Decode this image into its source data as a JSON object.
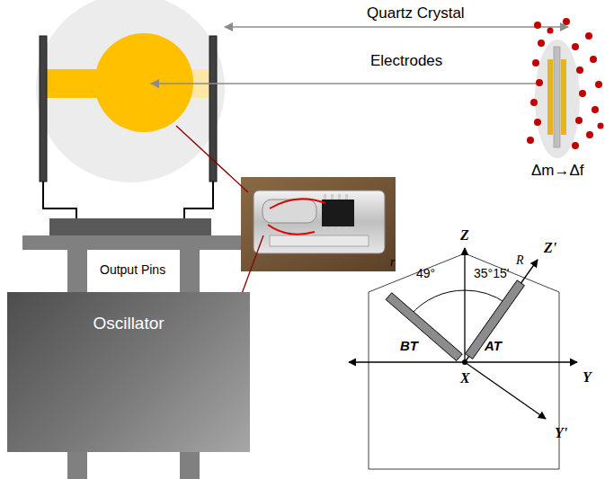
{
  "diagram": {
    "nodes": [
      {
        "text": [
          "Oscillator"
        ]
      }
    ],
    "labels": [
      "Quartz Crystal",
      "Electrodes",
      "Δm→Δf",
      "Output Pins",
      "Z",
      "Z'",
      "Y",
      "Y'",
      "X",
      "r",
      "R",
      "49°",
      "35°15'",
      "BT",
      "AT"
    ]
  }
}
